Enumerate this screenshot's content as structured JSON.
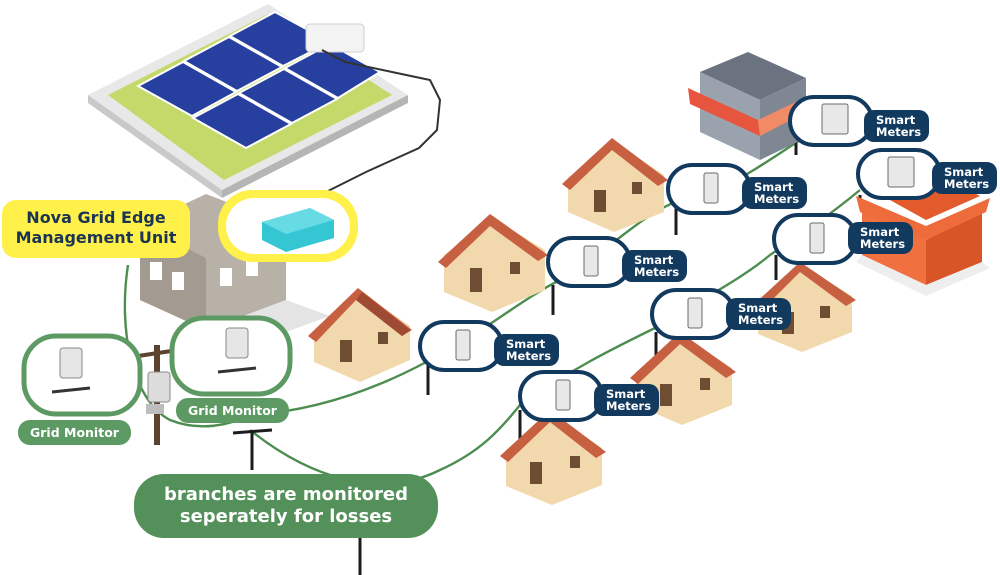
{
  "labels": {
    "nova_line1": "Nova Grid Edge",
    "nova_line2": "Management Unit",
    "grid_monitor_left": "Grid Monitor",
    "grid_monitor_right": "Grid Monitor",
    "losses_line1": "branches are monitored",
    "losses_line2": "seperately for losses",
    "smart_meters_line1": "Smart",
    "smart_meters_line2": "Meters"
  },
  "colors": {
    "navy": "#12395e",
    "green": "#5d9a63",
    "yellow": "#fff04a",
    "roof": "#cc6b4c",
    "wall": "#f3dcb3"
  }
}
